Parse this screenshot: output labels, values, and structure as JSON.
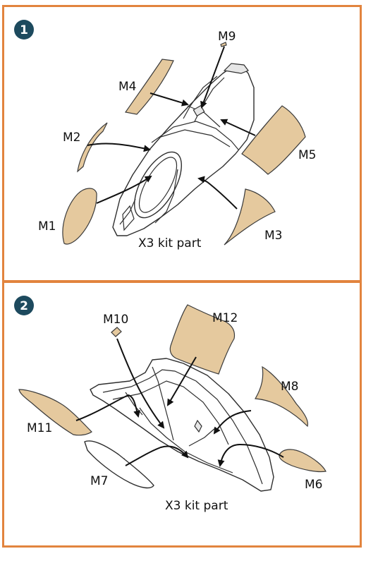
{
  "steps": [
    {
      "number": "1",
      "part_label": "X3 kit part",
      "masks": [
        "M1",
        "M2",
        "M3",
        "M4",
        "M5",
        "M9"
      ]
    },
    {
      "number": "2",
      "part_label": "X3 kit part",
      "masks": [
        "M6",
        "M7",
        "M8",
        "M10",
        "M11",
        "M12"
      ]
    }
  ],
  "colors": {
    "frame": "#e2843e",
    "mask_fill": "#e5c99e",
    "step_badge": "#1d4a5e"
  }
}
